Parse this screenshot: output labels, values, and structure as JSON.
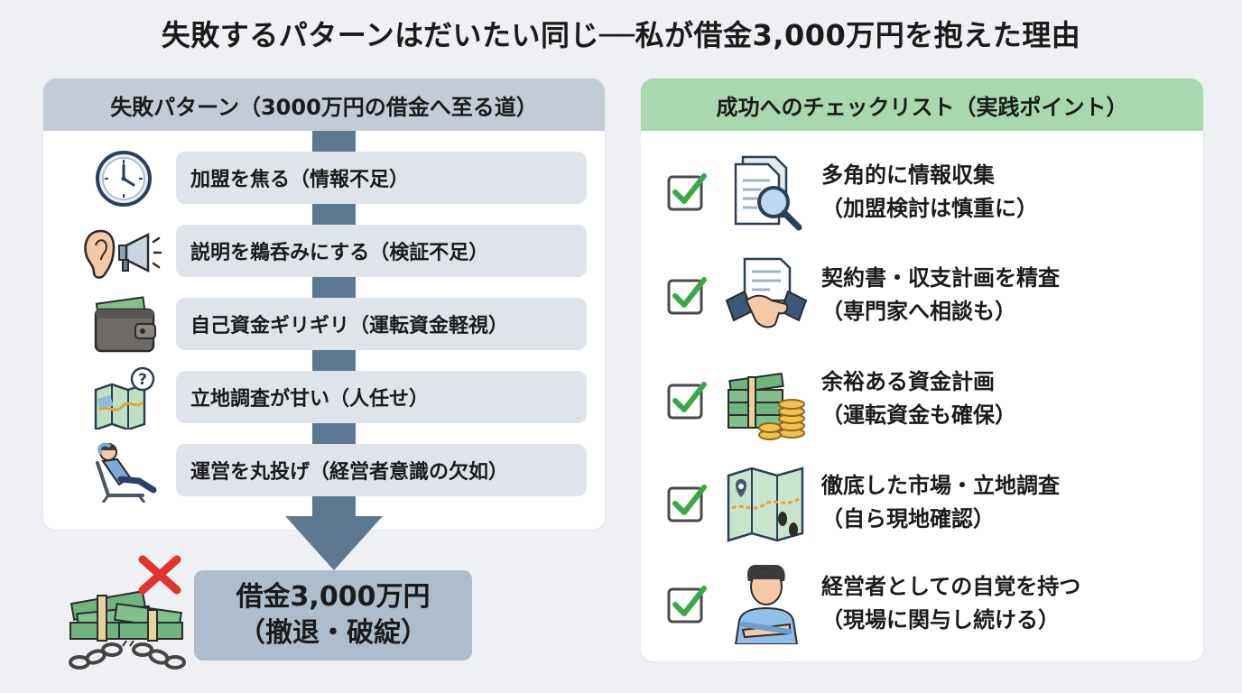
{
  "title": "失敗するパターンはだいたい同じ──私が借金3,000万円を抱えた理由",
  "left_panel": {
    "header": "失敗パターン（3000万円の借金へ至る道）",
    "items": [
      {
        "label": "加盟を焦る（情報不足）",
        "icon": "clock-icon"
      },
      {
        "label": "説明を鵜呑みにする（検証不足）",
        "icon": "ear-megaphone-icon"
      },
      {
        "label": "自己資金ギリギリ（運転資金軽視）",
        "icon": "wallet-icon"
      },
      {
        "label": "立地調査が甘い（人任せ）",
        "icon": "map-question-icon"
      },
      {
        "label": "運営を丸投げ（経営者意識の欠如）",
        "icon": "relaxing-person-icon"
      }
    ]
  },
  "result": {
    "line1": "借金3,000万円",
    "line2": "（撤退・破綻）",
    "icon": "money-chain-cross-icon"
  },
  "right_panel": {
    "header": "成功へのチェックリスト（実践ポイント）",
    "items": [
      {
        "line1": "多角的に情報収集",
        "line2": "（加盟検討は慎重に）",
        "icon": "document-magnifier-icon"
      },
      {
        "line1": "契約書・収支計画を精査",
        "line2": "（専門家へ相談も）",
        "icon": "handshake-contract-icon"
      },
      {
        "line1": "余裕ある資金計画",
        "line2": "（運転資金も確保）",
        "icon": "cash-coins-icon"
      },
      {
        "line1": "徹底した市場・立地調査",
        "line2": "（自ら現地確認）",
        "icon": "map-footprints-icon"
      },
      {
        "line1": "経営者としての自覚を持つ",
        "line2": "（現場に関与し続ける）",
        "icon": "confident-person-icon"
      }
    ]
  },
  "colors": {
    "left_header": "#c3ccd6",
    "right_header": "#a8d8ae",
    "arrow": "#5d7891",
    "check": "#3aa845",
    "cross": "#e0342e"
  }
}
